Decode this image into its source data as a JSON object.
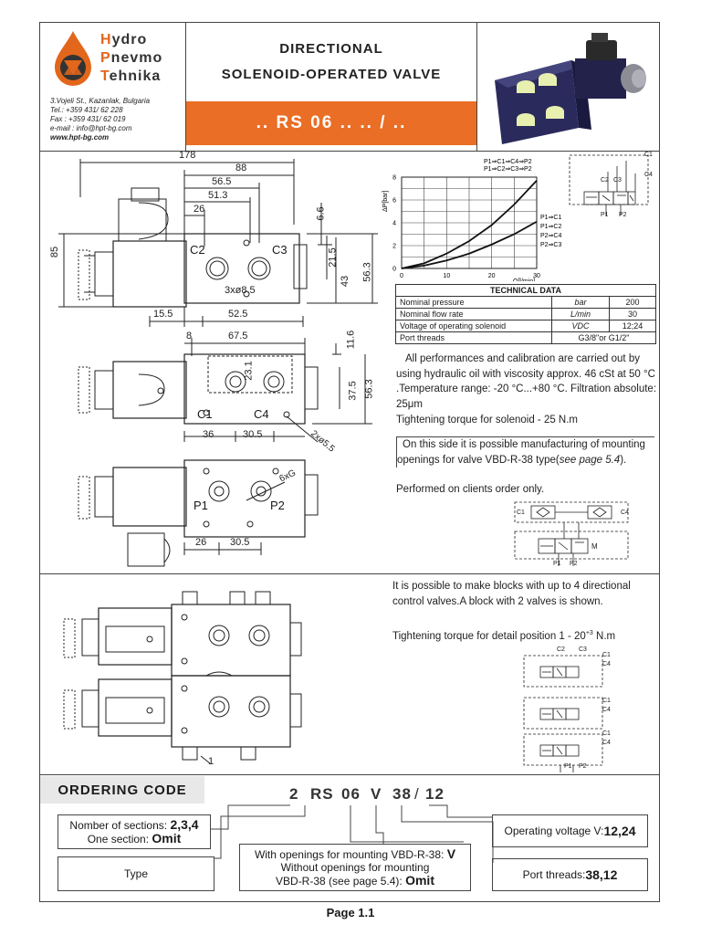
{
  "company": {
    "name_line1": "ydro",
    "name_line1_cap": "H",
    "name_line2": "nevmo",
    "name_line2_cap": "P",
    "name_line3": "ehnika",
    "name_line3_cap": "T",
    "address": "3.Vojeli St., Kazanlak, Bulgaria",
    "tel": "Tel.: +359 431/ 62 228",
    "fax": "Fax : +359 431/ 62 019",
    "email": "e-mail : info@hpt-bg.com",
    "web": "www.hpt-bg.com"
  },
  "header": {
    "title_line1": "DIRECTIONAL",
    "title_line2": "SOLENOID-OPERATED  VALVE",
    "code": ".. RS 06 .. .. / .."
  },
  "dims_top": {
    "d178": "178",
    "d88": "88",
    "d565": "56.5",
    "d513": "51.3",
    "d26": "26",
    "d85": "85",
    "d66": "6.6",
    "d215": "21.5",
    "d43": "43",
    "d563": "56.3",
    "d155": "15.5",
    "d525": "52.5",
    "holes": "3xø8.5",
    "c2": "C2",
    "c3": "C3"
  },
  "dims_mid": {
    "d8": "8",
    "d675": "67.5",
    "d116": "11.6",
    "d231": "23.1",
    "d375": "37.5",
    "d563": "56.3",
    "d36": "36",
    "d305": "30.5",
    "holes": "2xø5.5",
    "c1": "C1",
    "c4": "C4"
  },
  "dims_low": {
    "p1": "P1",
    "p2": "P2",
    "d26": "26",
    "d305": "30.5",
    "thread": "6xG"
  },
  "chart_data": {
    "type": "line",
    "ylabel": "ΔP[bar]",
    "xlabel": "Q[l/min]",
    "xlim": [
      0,
      30
    ],
    "ylim": [
      0,
      8
    ],
    "x_ticks": [
      "0",
      "10",
      "20",
      "30"
    ],
    "y_ticks": [
      "0",
      "2",
      "4",
      "6",
      "8"
    ],
    "legend_top": [
      "P1⇒C1⇒C4⇒P2",
      "P1⇒C2⇒C3⇒P2"
    ],
    "series": [
      {
        "name": "P1⇒C2⇒C3⇒P2",
        "x": [
          0,
          5,
          10,
          15,
          20,
          25,
          30
        ],
        "y": [
          0,
          0.45,
          1.3,
          2.4,
          3.8,
          5.6,
          7.7
        ]
      },
      {
        "name": "P1⇒C1⇒C4⇒P2",
        "x": [
          0,
          5,
          10,
          15,
          20,
          25,
          30
        ],
        "y": [
          0,
          0.25,
          0.7,
          1.3,
          2.1,
          3.0,
          4.1
        ]
      }
    ],
    "right_labels": [
      "P1⇒C1",
      "P1⇒C2",
      "P2⇒C4",
      "P2⇒C3"
    ],
    "grid": true
  },
  "schematic": {
    "labels": [
      "C1",
      "C4",
      "C2",
      "C3",
      "P1",
      "P2",
      "M"
    ]
  },
  "tech": {
    "title": "TECHNICAL  DATA",
    "rows": [
      {
        "name": "Nominal pressure",
        "unit": "bar",
        "value": "200"
      },
      {
        "name": "Nominal flow rate",
        "unit": "L/min",
        "value": "30"
      },
      {
        "name": "Voltage of operating solenoid",
        "unit": "VDC",
        "value": "12;24"
      },
      {
        "name": "Port threads",
        "unit": "",
        "value": "G3/8\"or G1/2\""
      }
    ]
  },
  "notes": {
    "perf": "All performances and calibration are carried out by using hydraulic oil with viscosity approx. 46 cSt at 50 °C .Temperature range: -20 °C...+80 °C. Filtration absolute: 25μm",
    "torque": "Tightening torque for solenoid - 25 N.m",
    "side_part1": "On this side it is possible manufacturing of mounting  openings for valve VBD-R-38 type(",
    "side_see": "see page 5.4",
    "side_part2": ").",
    "clients": "Performed on clients order only.",
    "blocks": "It is possible to make blocks with up to 4 directional control valves.A block with 2 valves is shown.",
    "detail_torque": "Tightening torque for detail position 1 - 20",
    "detail_sup": "+3",
    "detail_unit": " N.m",
    "pos1": "1"
  },
  "ordering": {
    "title": "ORDERING  CODE",
    "code_parts": [
      "2",
      "RS",
      "06",
      "V",
      "38",
      "/",
      "12"
    ],
    "sections_l1": "Nomber of sections: ",
    "sections_l1b": "2,3,4",
    "sections_l2": "One section: ",
    "sections_l2b": "Omit",
    "type": "Type",
    "openings_l1": "With openings for mounting VBD-R-38: ",
    "openings_l1b": "V",
    "openings_l2": "Without openings for mounting",
    "openings_l3": "VBD-R-38 (see page 5.4): ",
    "openings_l3b": "Omit",
    "voltage": "Operating voltage V:",
    "voltage_b": "12,24",
    "threads": "Port threads:",
    "threads_b": "38,12"
  },
  "footer": {
    "page": "Page  1.1"
  },
  "colors": {
    "accent": "#ea6e25",
    "logo_dark": "#333333",
    "pill": "#e8f0b0"
  }
}
